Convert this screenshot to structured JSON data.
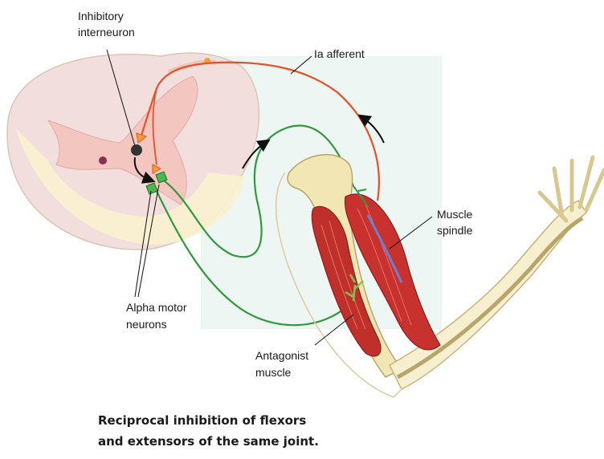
{
  "labels": {
    "inhibitory_line1": "Inhibitory",
    "inhibitory_line2": "interneuron",
    "ia_afferent": "Ia afferent",
    "spindle_line1": "Muscle",
    "spindle_line2": "spindle",
    "alpha_line1": "Alpha motor",
    "alpha_line2": "neurons",
    "antagonist_line1": "Antagonist",
    "antagonist_line2": "muscle"
  },
  "caption": {
    "line1": "Reciprocal inhibition of flexors",
    "line2": "and extensors of the same joint."
  },
  "colors": {
    "afferent": "#e8502a",
    "motor": "#2e9a3a",
    "muscle": "#c8322e",
    "bone": "#f1e6b4",
    "spinal_cord": "#f3dede",
    "gray_matter": "#f4c6c0",
    "interneuron": "#333333"
  }
}
